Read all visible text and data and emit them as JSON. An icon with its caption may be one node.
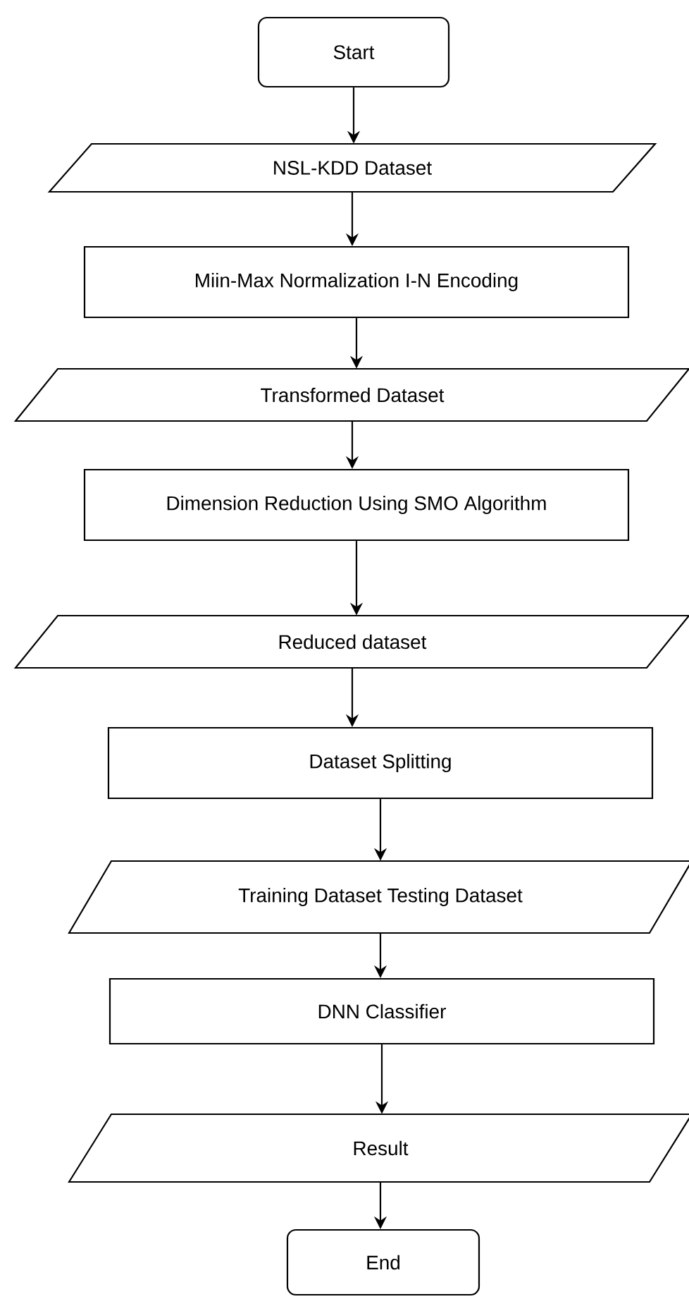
{
  "diagram": {
    "nodes": [
      {
        "text": [
          "Start"
        ]
      },
      {
        "text": [
          "NSL-KDD Dataset"
        ]
      },
      {
        "text": [
          "Miin-Max Normalization I-N Encoding"
        ]
      },
      {
        "text": [
          "Transformed Dataset"
        ]
      },
      {
        "text": [
          "Dimension Reduction Using SMO Algorithm"
        ]
      },
      {
        "text": [
          "Reduced dataset"
        ]
      },
      {
        "text": [
          "Dataset Splitting"
        ]
      },
      {
        "text": [
          "Training Dataset Testing Dataset"
        ]
      },
      {
        "text": [
          "DNN Classifier"
        ]
      },
      {
        "text": [
          "Result"
        ]
      },
      {
        "text": [
          "End"
        ]
      }
    ],
    "edges": [
      {
        "from": 0,
        "to": 1,
        "arrow": "to"
      },
      {
        "from": 1,
        "to": 2,
        "arrow": "to"
      },
      {
        "from": 2,
        "to": 3,
        "arrow": "to"
      },
      {
        "from": 3,
        "to": 4,
        "arrow": "to"
      },
      {
        "from": 4,
        "to": 5,
        "arrow": "to"
      },
      {
        "from": 5,
        "to": 6,
        "arrow": "to"
      },
      {
        "from": 6,
        "to": 7,
        "arrow": "to"
      },
      {
        "from": 7,
        "to": 8,
        "arrow": "to"
      },
      {
        "from": 8,
        "to": 9,
        "arrow": "to"
      },
      {
        "from": 9,
        "to": 10,
        "arrow": "to"
      }
    ]
  }
}
